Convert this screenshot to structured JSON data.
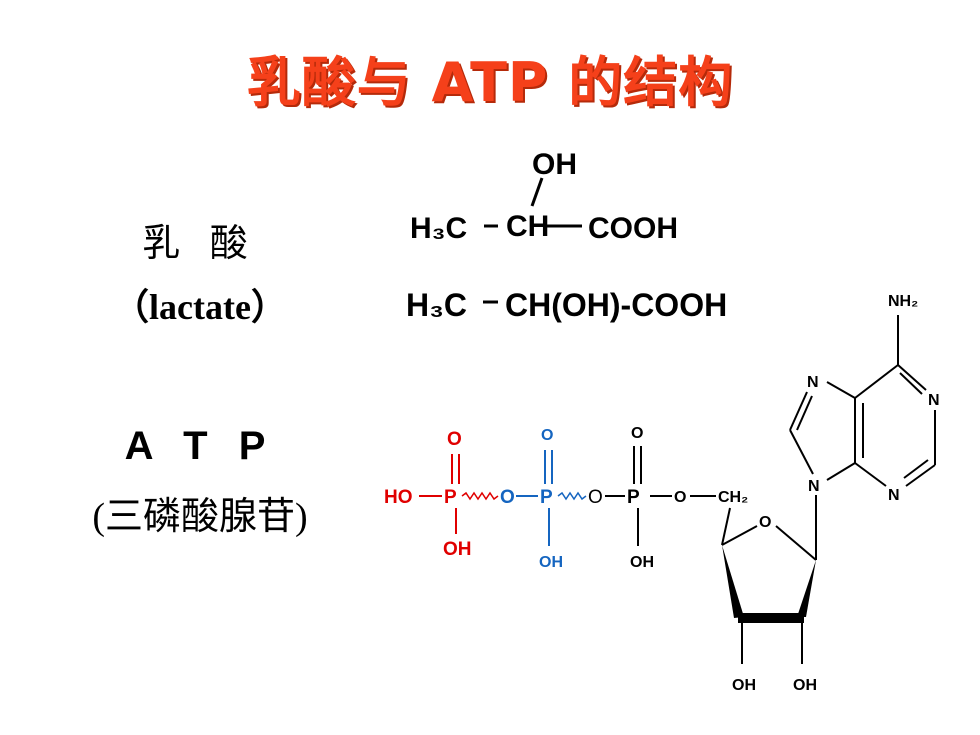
{
  "title": "乳酸与 ATP 的结构",
  "lactate": {
    "name_cn": "乳 酸",
    "name_en": "（lactate）",
    "formula1": {
      "oh": "OH",
      "h3c": "H₃C",
      "ch": "CH",
      "cooh": "COOH"
    },
    "formula2": {
      "h3c": "H₃C",
      "rest": "CH(OH)-COOH"
    }
  },
  "atp": {
    "name": "A T P",
    "name_cn": "(三磷酸腺苷)",
    "phosphate_chain": {
      "ho": "HO",
      "p": "P",
      "o_double": "O",
      "o_bridge": "O",
      "oh": "OH",
      "ch2": "CH₂"
    },
    "ribose": {
      "ring_o": "O",
      "oh_left": "OH",
      "oh_right": "OH"
    },
    "adenine": {
      "nh2": "NH₂",
      "n": "N"
    },
    "colors": {
      "alpha": "#e00000",
      "beta": "#1565c0",
      "gamma": "#000000"
    }
  }
}
